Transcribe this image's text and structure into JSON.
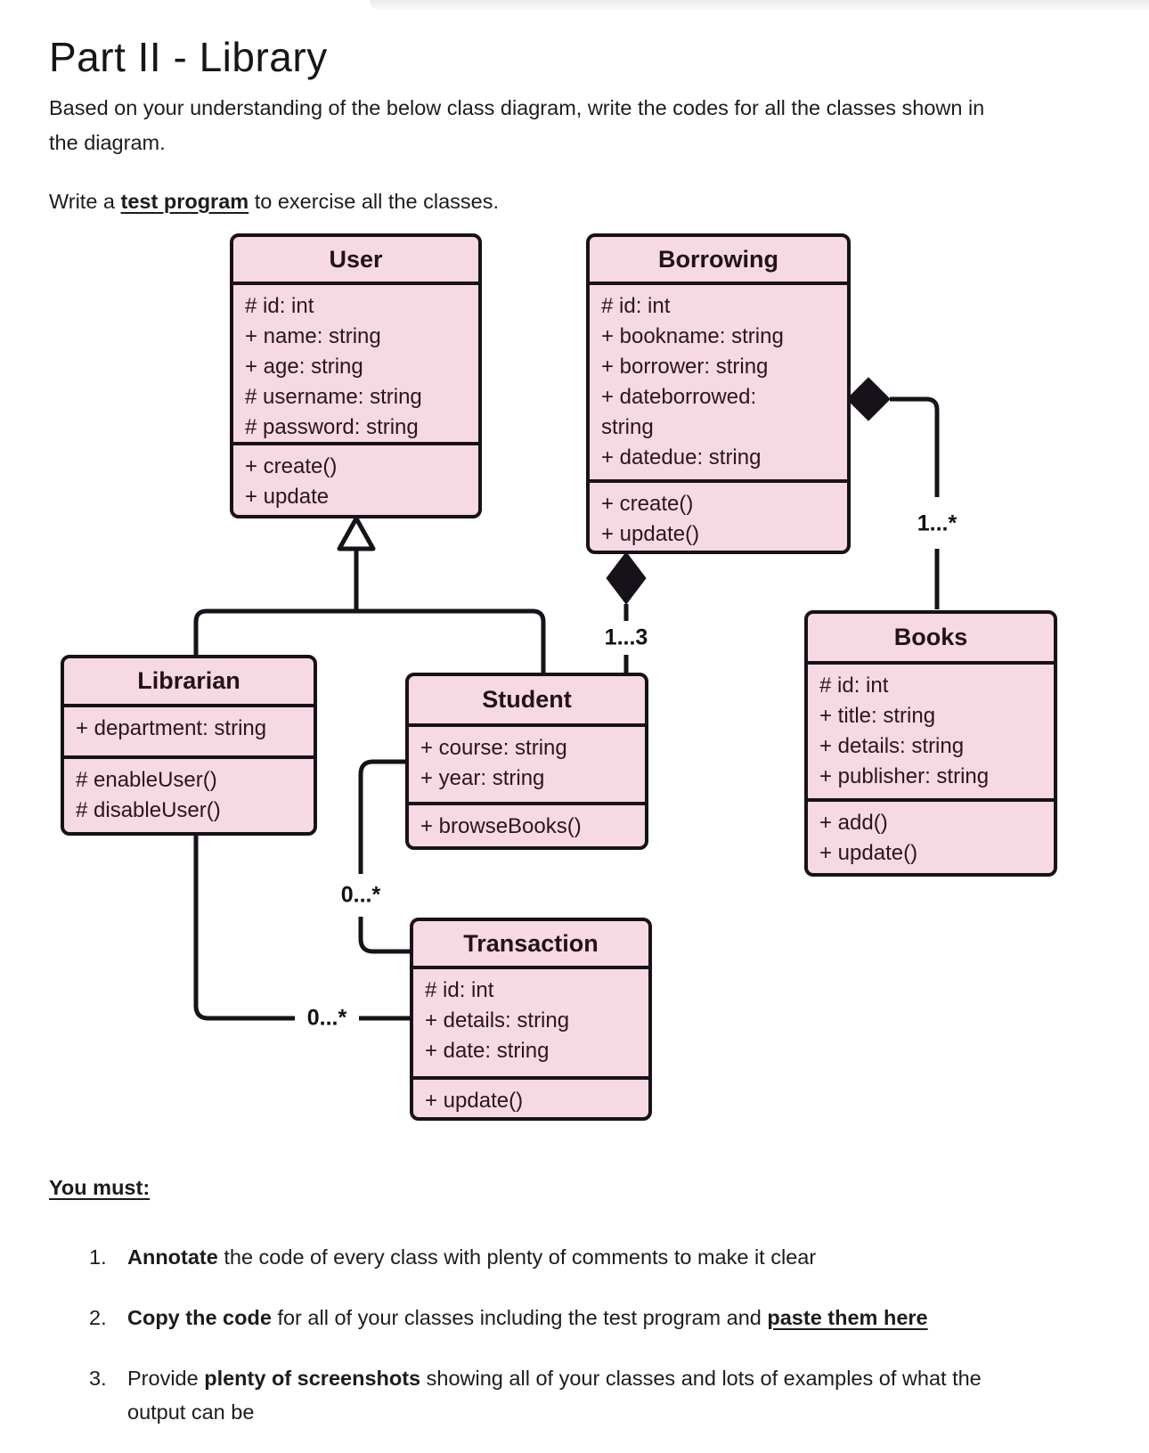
{
  "page": {
    "title": "Part II - Library",
    "intro_line1": "Based on your understanding of the below class diagram, write the codes for all the classes shown in",
    "intro_line2": "the diagram.",
    "write_prefix": "Write a ",
    "write_bold": "test program",
    "write_suffix": " to exercise all the classes.",
    "you_must": "You must:",
    "items": [
      {
        "num": "1.",
        "seg_bold": "Annotate",
        "seg_rest": " the code of every class with plenty of comments to make it clear"
      },
      {
        "num": "2.",
        "seg_bold": "Copy the code",
        "seg_mid": " for all of your classes including the test program and ",
        "seg_bold_underline": "paste them here"
      },
      {
        "num": "3.",
        "seg_pre": "Provide ",
        "seg_bold": "plenty of screenshots",
        "seg_rest": " showing all of your classes and lots of examples of what the",
        "seg_line2": "output can be"
      }
    ]
  },
  "diagram": {
    "classes": {
      "user": {
        "name": "User",
        "attributes": [
          "# id: int",
          "+ name: string",
          "+ age: string",
          "# username: string",
          "# password: string"
        ],
        "methods": [
          "+ create()",
          "+ update"
        ]
      },
      "borrowing": {
        "name": "Borrowing",
        "attributes": [
          "# id: int",
          "+ bookname: string",
          "+ borrower: string",
          "+ dateborrowed:",
          "string",
          "+ datedue: string"
        ],
        "methods": [
          "+ create()",
          "+ update()"
        ]
      },
      "librarian": {
        "name": "Librarian",
        "attributes": [
          "+ department: string"
        ],
        "methods": [
          "# enableUser()",
          "# disableUser()"
        ]
      },
      "student": {
        "name": "Student",
        "attributes": [
          "+ course: string",
          "+ year: string"
        ],
        "methods": [
          "+ browseBooks()"
        ]
      },
      "books": {
        "name": "Books",
        "attributes": [
          "# id: int",
          "+ title: string",
          "+ details: string",
          "+ publisher: string"
        ],
        "methods": [
          "+ add()",
          "+ update()"
        ]
      },
      "transaction": {
        "name": "Transaction",
        "attributes": [
          "# id: int",
          "+ details: string",
          "+ date: string"
        ],
        "methods": [
          "+ update()"
        ]
      }
    },
    "multiplicities": {
      "borrowing_books": "1...*",
      "borrowing_student": "1...3",
      "student_transaction": "0...*",
      "librarian_transaction": "0...*"
    },
    "colors": {
      "box_fill": "#f6d9e3",
      "box_border": "#171219",
      "line": "#171219"
    }
  }
}
